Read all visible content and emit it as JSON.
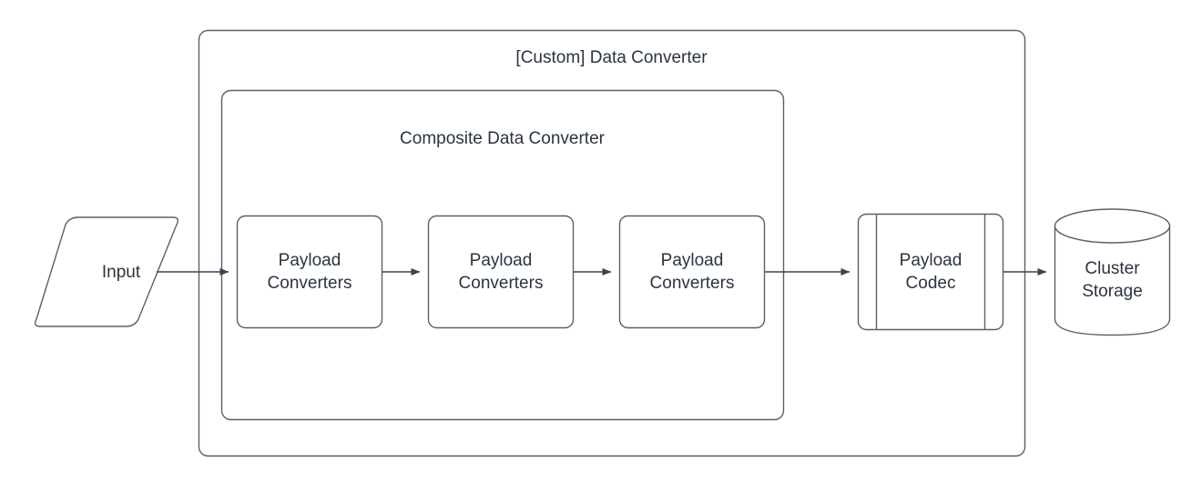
{
  "diagram": {
    "type": "flow-diagram",
    "background_color": "#ffffff",
    "stroke_color": "#58606e",
    "text_color": "#2b3440",
    "fill_color": "#ffffff",
    "containers": [
      {
        "id": "custom-data-converter",
        "title": "[Custom] Data Converter",
        "shape": "rounded-rectangle"
      },
      {
        "id": "composite-data-converter",
        "title": "Composite Data Converter",
        "shape": "rounded-rectangle"
      }
    ],
    "nodes": [
      {
        "id": "input",
        "label": "Input",
        "shape": "parallelogram"
      },
      {
        "id": "payload-converters-1",
        "label": "Payload\nConverters",
        "shape": "rounded-rectangle"
      },
      {
        "id": "payload-converters-2",
        "label": "Payload\nConverters",
        "shape": "rounded-rectangle"
      },
      {
        "id": "payload-converters-3",
        "label": "Payload\nConverters",
        "shape": "rounded-rectangle"
      },
      {
        "id": "payload-codec",
        "label": "Payload\nCodec",
        "shape": "predefined-process"
      },
      {
        "id": "cluster-storage",
        "label": "Cluster\nStorage",
        "shape": "cylinder"
      }
    ],
    "edges": [
      {
        "from": "input",
        "to": "payload-converters-1",
        "style": "solid-arrow"
      },
      {
        "from": "payload-converters-1",
        "to": "payload-converters-2",
        "style": "solid-arrow"
      },
      {
        "from": "payload-converters-2",
        "to": "payload-converters-3",
        "style": "solid-arrow"
      },
      {
        "from": "payload-converters-3",
        "to": "payload-codec",
        "style": "solid-arrow"
      },
      {
        "from": "payload-codec",
        "to": "cluster-storage",
        "style": "solid-arrow"
      }
    ]
  }
}
